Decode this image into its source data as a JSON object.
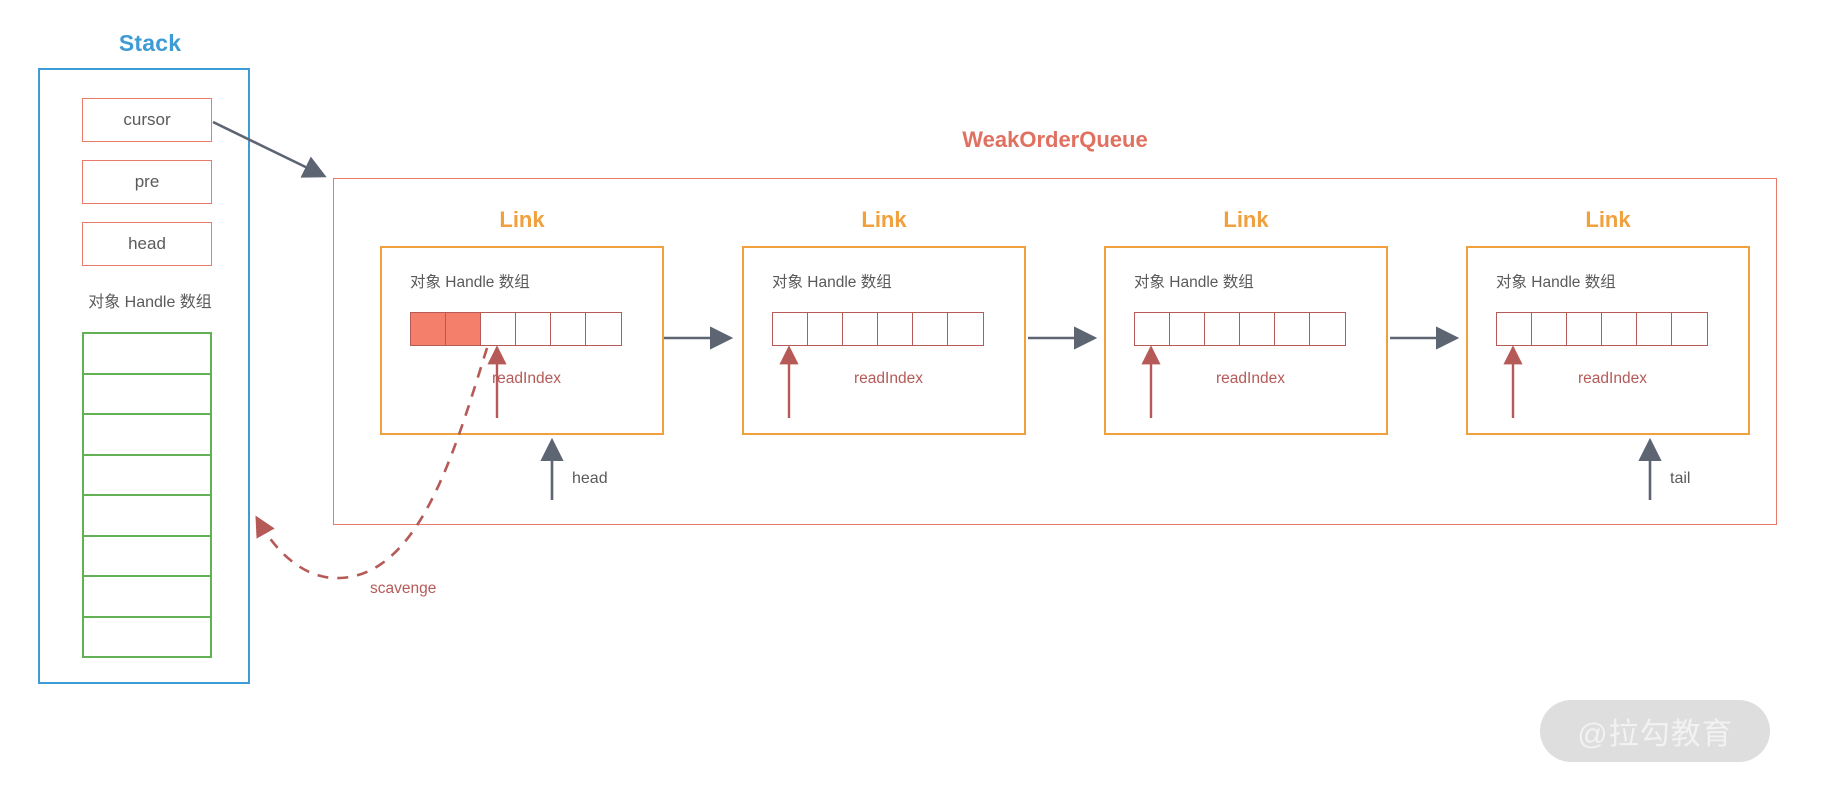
{
  "stack": {
    "title": "Stack",
    "fields": [
      {
        "name": "cursor",
        "label": "cursor"
      },
      {
        "name": "pre",
        "label": "pre"
      },
      {
        "name": "head",
        "label": "head"
      }
    ],
    "array_label": "对象 Handle 数组",
    "array_cell_count": 8,
    "border_color": "#3D9BD6",
    "field_border_color": "#E8796B",
    "array_border_color": "#63B155"
  },
  "weak_order_queue": {
    "title": "WeakOrderQueue",
    "border_color": "#E8796B",
    "links": [
      {
        "title": "Link",
        "array_label": "对象 Handle 数组",
        "cells": [
          "filled",
          "filled",
          "empty",
          "empty",
          "empty",
          "empty"
        ],
        "read_index_label": "readIndex",
        "read_index_cell": 2
      },
      {
        "title": "Link",
        "array_label": "对象 Handle 数组",
        "cells": [
          "empty",
          "empty",
          "empty",
          "empty",
          "empty",
          "empty"
        ],
        "read_index_label": "readIndex",
        "read_index_cell": 0
      },
      {
        "title": "Link",
        "array_label": "对象 Handle 数组",
        "cells": [
          "empty",
          "empty",
          "empty",
          "empty",
          "empty",
          "empty"
        ],
        "read_index_label": "readIndex",
        "read_index_cell": 0
      },
      {
        "title": "Link",
        "array_label": "对象 Handle 数组",
        "cells": [
          "empty",
          "empty",
          "empty",
          "empty",
          "empty",
          "empty"
        ],
        "read_index_label": "readIndex",
        "read_index_cell": 0
      }
    ],
    "link_title_color": "#F0A03C",
    "link_border_color": "#F0A03C",
    "cell_border_color": "#B55A57",
    "cell_fill_color": "#F4806C"
  },
  "pointers": {
    "head_label": "head",
    "tail_label": "tail",
    "scavenge_label": "scavenge",
    "arrow_color": "#5D6472",
    "scavenge_color": "#B55A57"
  },
  "watermark": {
    "text": "@拉勾教育"
  }
}
